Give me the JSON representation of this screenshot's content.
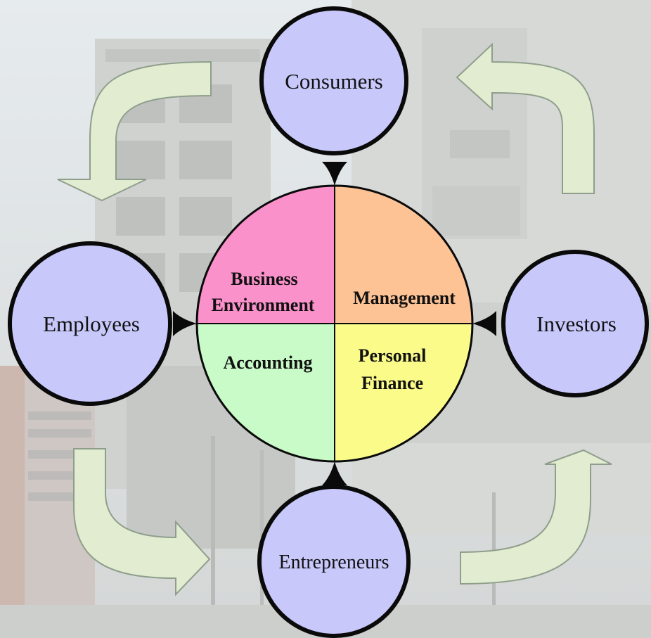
{
  "colors": {
    "node_fill": "#c8c8fb",
    "outline": "#0a0a0a",
    "arrow_fill": "#e2ecd0",
    "arrow_stroke": "#8f9e8c",
    "quadrants": {
      "business_environment": "#fb91cb",
      "management": "#fdc394",
      "accounting": "#c8fbc8",
      "personal_finance": "#fbfb8a"
    }
  },
  "background": {
    "description_icon": "building-background"
  },
  "nodes": {
    "consumers": "Consumers",
    "employees": "Employees",
    "investors": "Investors",
    "entrepreneurs": "Entrepreneurs"
  },
  "quadrants": {
    "business_environment": [
      "Business",
      "Environment"
    ],
    "management": [
      "Management"
    ],
    "accounting": [
      "Accounting"
    ],
    "personal_finance": [
      "Personal",
      "Finance"
    ]
  }
}
